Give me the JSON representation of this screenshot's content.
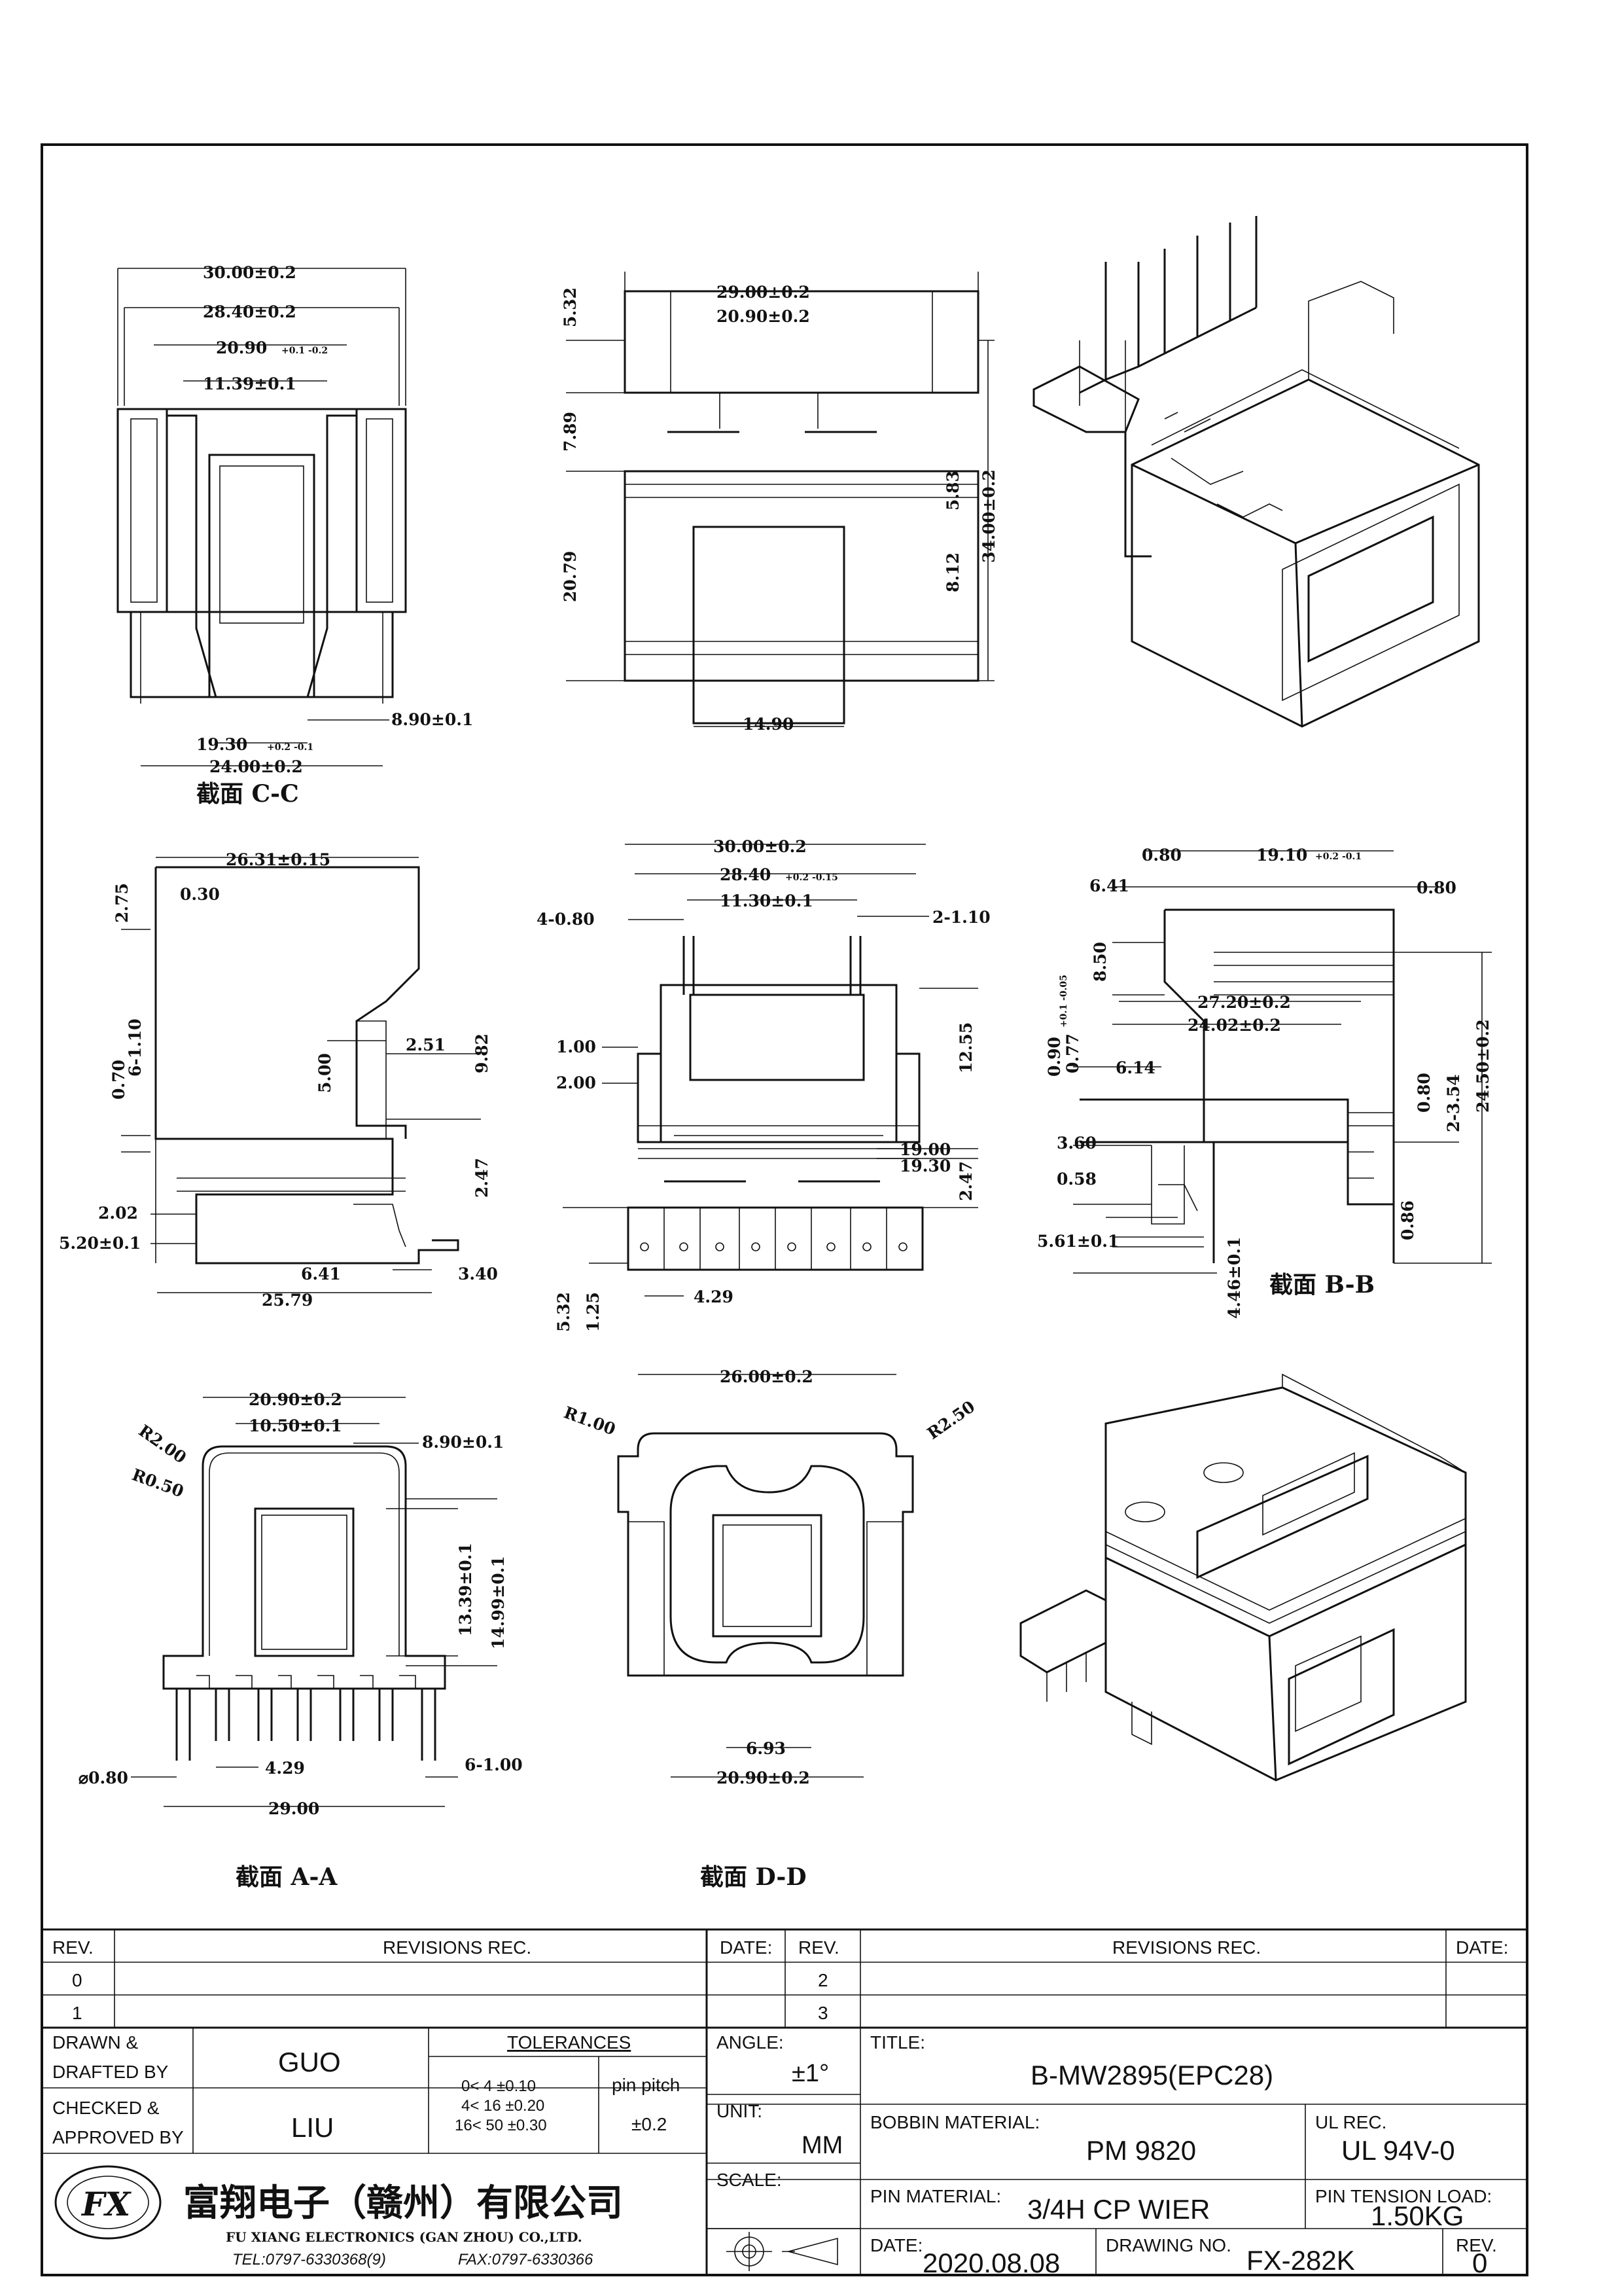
{
  "sections": {
    "cc": "截面  C-C",
    "bb": "截面  B-B",
    "aa": "截面  A-A",
    "dd": "截面  D-D"
  },
  "dims": {
    "cc_30": "30.00±0.2",
    "cc_2840": "28.40±0.2",
    "cc_2090": "20.90",
    "cc_2090_tol": "+0.1 -0.2",
    "cc_1139": "11.39±0.1",
    "cc_890": "8.90±0.1",
    "cc_1930": "19.30",
    "cc_1930_tol": "+0.2 -0.1",
    "cc_24": "24.00±0.2",
    "top_29": "29.00±0.2",
    "top_2090": "20.90±0.2",
    "top_532": "5.32",
    "top_789": "7.89",
    "top_2079": "20.79",
    "top_583": "5.83",
    "top_812": "8.12",
    "top_34": "34.00±0.2",
    "top_1490": "14.90",
    "side_2631": "26.31±0.15",
    "side_275": "2.75",
    "side_030": "0.30",
    "side_070": "0.70",
    "side_6110": "6-1.10",
    "side_500": "5.00",
    "side_251": "2.51",
    "side_982": "9.82",
    "side_247": "2.47",
    "side_202": "2.02",
    "side_520": "5.20±0.1",
    "side_641": "6.41",
    "side_340": "3.40",
    "side_2579": "25.79",
    "mid_30": "30.00±0.2",
    "mid_2840": "28.40",
    "mid_2840_tol": "+0.2 -0.15",
    "mid_1130": "11.30±0.1",
    "mid_4080": "4-0.80",
    "mid_2110": "2-1.10",
    "mid_100": "1.00",
    "mid_200": "2.00",
    "mid_1255": "12.55",
    "mid_1900": "19.00",
    "mid_1930": "19.30",
    "mid_247": "2.47",
    "mid_532": "5.32",
    "mid_125": "1.25",
    "mid_429": "4.29",
    "bb_080a": "0.80",
    "bb_1910": "19.10",
    "bb_1910_tol": "+0.2 -0.1",
    "bb_080b": "0.80",
    "bb_641": "6.41",
    "bb_850": "8.50",
    "bb_2720": "27.20±0.2",
    "bb_2402": "24.02±0.2",
    "bb_090": "0.90",
    "bb_090_tol": "+0.1 -0.05",
    "bb_077": "0.77",
    "bb_614": "6.14",
    "bb_080c": "0.80",
    "bb_2354": "2-3.54",
    "bb_2450": "24.50±0.2",
    "bb_360": "3.60",
    "bb_058": "0.58",
    "bb_086": "0.86",
    "bb_561": "5.61±0.1",
    "bb_446": "4.46±0.1",
    "aa_2090": "20.90±0.2",
    "aa_1050": "10.50±0.1",
    "aa_890": "8.90±0.1",
    "aa_r200": "R2.00",
    "aa_r050": "R0.50",
    "aa_1339": "13.39±0.1",
    "aa_1499": "14.99±0.1",
    "aa_d080": "⌀0.80",
    "aa_429": "4.29",
    "aa_6100": "6-1.00",
    "aa_29": "29.00",
    "dd_26": "26.00±0.2",
    "dd_r100": "R1.00",
    "dd_r250": "R2.50",
    "dd_693": "6.93",
    "dd_2090": "20.90±0.2"
  },
  "title_block": {
    "rev_header": "REV.",
    "revisions_header": "REVISIONS   REC.",
    "date_header": "DATE:",
    "rev_rows_left": [
      "0",
      "1"
    ],
    "rev_rows_right": [
      "2",
      "3"
    ],
    "drawn_label": "DRAWN &\nDRAFTED BY",
    "drawn_line1": "DRAWN &",
    "drawn_line2": "DRAFTED BY",
    "drawn_value": "GUO",
    "checked_line1": "CHECKED &",
    "checked_line2": "APPROVED BY",
    "checked_value": "LIU",
    "tolerances_label": "TOLERANCES",
    "tol_rows": [
      "0<   4   ±0.10",
      "4<   16  ±0.20",
      "16<   50  ±0.30"
    ],
    "pin_pitch_label": "pin pitch",
    "pin_pitch_value": "±0.2",
    "angle_label": "ANGLE:",
    "angle_value": "±1°",
    "unit_label": "UNIT:",
    "unit_value": "MM",
    "scale_label": "SCALE:",
    "title_label": "TITLE:",
    "title_value": "B-MW2895(EPC28)",
    "bobbin_label": "BOBBIN MATERIAL:",
    "bobbin_value": "PM 9820",
    "ul_label": "UL REC.",
    "ul_value": "UL 94V-0",
    "pin_material_label": "PIN MATERIAL:",
    "pin_material_value": "3/4H  CP  WIER",
    "pin_tension_label": "PIN TENSION LOAD:",
    "pin_tension_value": "1.50KG",
    "date_label": "DATE:",
    "date_value": "2020.08.08",
    "drawing_no_label": "DRAWING NO.",
    "drawing_no_value": "FX-282K",
    "rev_label": "REV.",
    "rev_value": "0",
    "company_cn": "富翔电子（赣州）有限公司",
    "company_en": "FU XIANG ELECTRONICS (GAN ZHOU) CO.,LTD.",
    "tel": "TEL:0797-6330368(9)",
    "fax": "FAX:0797-6330366",
    "logo_text": "FX"
  }
}
